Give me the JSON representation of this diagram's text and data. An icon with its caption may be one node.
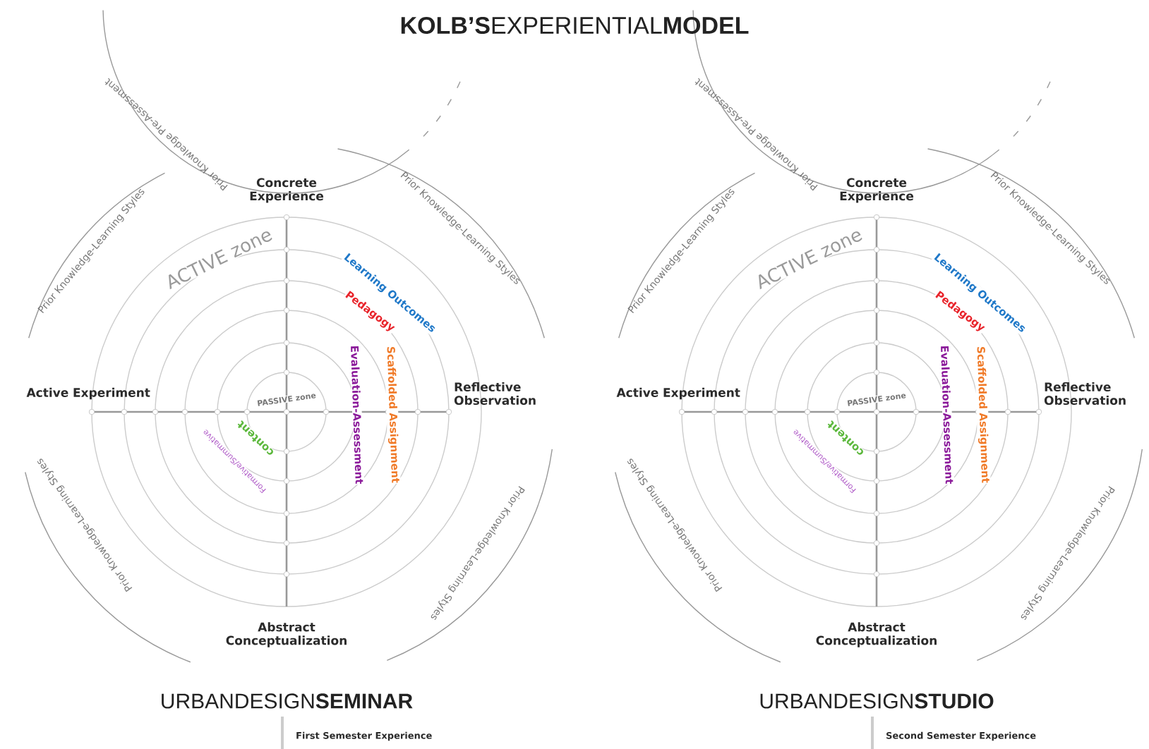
{
  "diagram": {
    "title": "**KOLB’S**EXPERIENTIAL**MODEL**",
    "labels": [
      "Prior Knowledge Pre-Assessment",
      "Prior Knowledge-Learning Styles",
      "Prior Knowledge-Learning Styles",
      "Concrete Experience",
      "ACTIVE zone",
      "Learning Outcomes",
      "Pedagogy",
      "Active Experiment",
      "Reflective Observation",
      "Scaffolded Assignment",
      "Evaluation-Assessment",
      "PASSIVE zone",
      "content",
      "Formative/Summative",
      "Prior Knowledge-Learning Styles",
      "Prior Knowledge-Learning Styles",
      "Abstract Conceptualization",
      "URBANDESIGN**SEMINAR**",
      "First Semester Experience",
      "Prior Knowledge Pre-Assessment",
      "Prior Knowledge-Learning Styles",
      "Prior Knowledge-Learning Styles",
      "Concrete Experience",
      "ACTIVE zone",
      "Learning Outcomes",
      "Pedagogy",
      "Active Experiment",
      "Reflective Observation",
      "Scaffolded Assignment",
      "Evaluation-Assessment",
      "PASSIVE zone",
      "content",
      "Formative/Summative",
      "Prior Knowledge-Learning Styles",
      "Prior Knowledge-Learning Styles",
      "Abstract Conceptualization",
      "URBANDESIGN**STUDIO**",
      "Second Semester Experience"
    ]
  }
}
